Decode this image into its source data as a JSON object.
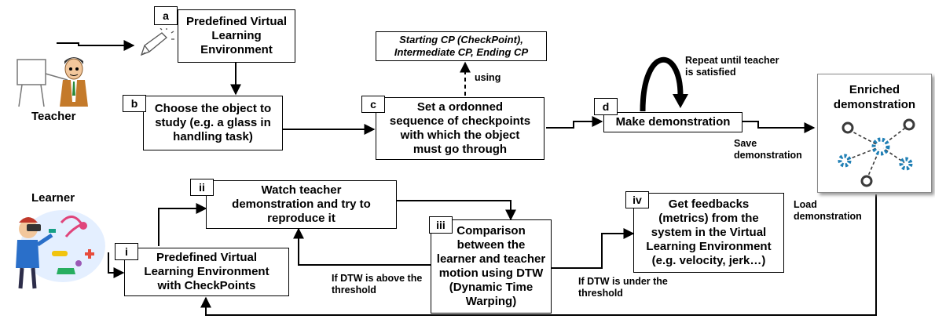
{
  "actors": {
    "teacher": "Teacher",
    "learner": "Learner"
  },
  "steps": {
    "a": {
      "tag": "a",
      "text": "Predefined Virtual\nLearning\nEnvironment"
    },
    "b": {
      "tag": "b",
      "text": "Choose the object to\nstudy (e.g. a glass in\nhandling task)"
    },
    "c": {
      "tag": "c",
      "text": "Set a ordonned\nsequence of checkpoints\nwith which the object\nmust go through"
    },
    "d": {
      "tag": "d",
      "text": "Make demonstration"
    },
    "i": {
      "tag": "i",
      "text": "Predefined Virtual\nLearning Environment\nwith CheckPoints"
    },
    "ii": {
      "tag": "ii",
      "text": "Watch teacher\ndemonstration and try to\nreproduce it"
    },
    "iii": {
      "tag": "iii",
      "text": "Comparison\nbetween the\nlearner and teacher\nmotion using DTW\n(Dynamic Time\nWarping)"
    },
    "iv": {
      "tag": "iv",
      "text": "Get feedbacks\n(metrics) from the\nsystem in the Virtual\nLearning Environment\n(e.g. velocity, jerk…)"
    }
  },
  "checkpoints": "Starting CP (CheckPoint),\nIntermediate CP, Ending CP",
  "enriched_title": "Enriched\ndemonstration",
  "labels": {
    "using": "using",
    "repeat": "Repeat until teacher\nis satisfied",
    "save": "Save\ndemonstration",
    "load": "Load\ndemonstration",
    "dtw_above": "If DTW is above the\nthreshold",
    "dtw_under": "If DTW is under the\nthreshold"
  },
  "icons": [
    "teacher-figure",
    "pen-idea-icon",
    "learner-vr-figure",
    "network-gears-icon"
  ],
  "colors": {
    "stroke": "#000000",
    "network": "#3a3a3a",
    "gear": "#1f7fb5",
    "teacher_jacket": "#c47a2a",
    "learner_shirt": "#2a6fc9"
  }
}
